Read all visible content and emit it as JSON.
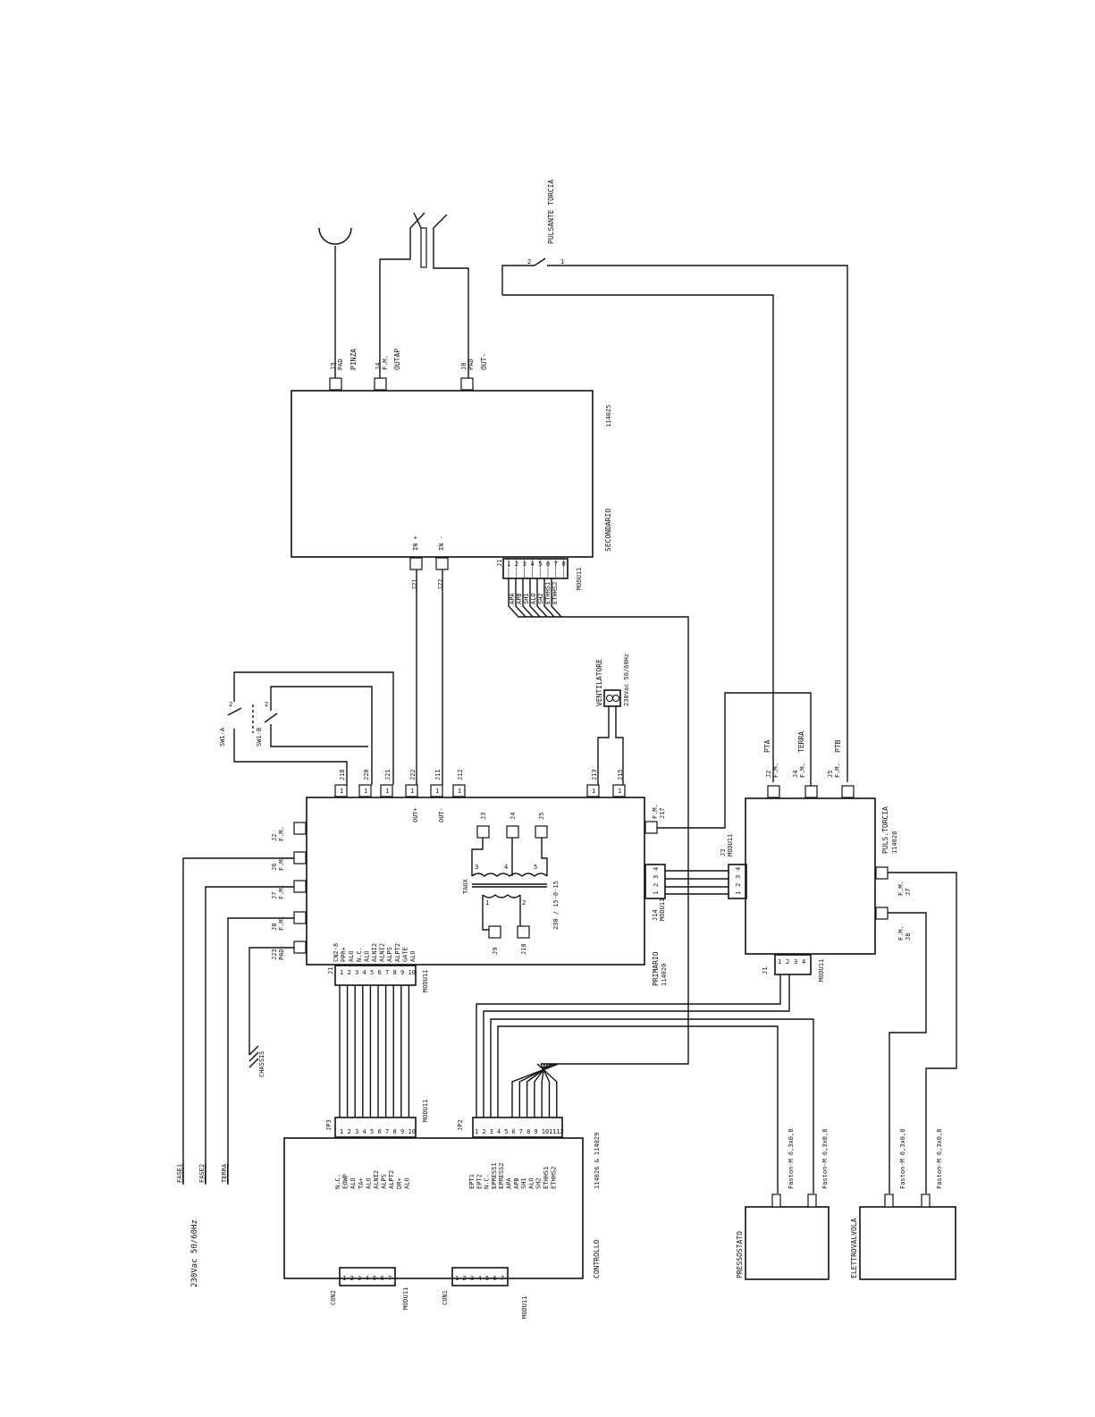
{
  "supply": {
    "voltage": "230Vac 50/60Hz",
    "fase1": "FASE1",
    "fase2": "FASE2",
    "terra": "TERRA",
    "chassis": "CHASSIS"
  },
  "secondario": {
    "name": "SECONDARIO",
    "code": "114025",
    "outputs": [
      {
        "conn": "J3",
        "type": "PAD",
        "signal": "PINZA"
      },
      {
        "conn": "J4",
        "type": "F.M.",
        "signal": "OUTAP"
      },
      {
        "conn": "J8",
        "type": "PAD",
        "signal": "OUT-"
      }
    ],
    "inputs": [
      {
        "conn": "J21",
        "signal": "IN +"
      },
      {
        "conn": "J22",
        "signal": "IN -"
      }
    ],
    "j1": {
      "conn": "J1",
      "label": "MODU11",
      "pins": [
        "1",
        "2",
        "3",
        "4",
        "5",
        "6",
        "7",
        "8"
      ],
      "signals": [
        "APA",
        "APB",
        "SH1",
        "ALO",
        "SH2",
        "ETHHS1",
        "ETHHS2"
      ]
    }
  },
  "torcia": {
    "button": "PULSANTE TORCIA",
    "pin1": "1",
    "pin2": "2"
  },
  "primario": {
    "name": "PRIMARIO",
    "code": "114020",
    "top_conns": [
      "J18",
      "J20",
      "J21",
      "J22",
      "J11",
      "J12",
      "J13",
      "J15"
    ],
    "out_plus": "OUT+",
    "out_minus": "OUT-",
    "left_conns": [
      {
        "conn": "J2",
        "type": "F.M."
      },
      {
        "conn": "J6",
        "type": "F.M."
      },
      {
        "conn": "J7",
        "type": "F.M."
      },
      {
        "conn": "J8",
        "type": "F.M."
      },
      {
        "conn": "J23",
        "type": "PAD"
      }
    ],
    "j17": {
      "conn": "J17",
      "type": "F.M."
    },
    "j14": {
      "conn": "J14",
      "label": "MODU11",
      "pins": [
        "1",
        "2",
        "3",
        "4"
      ]
    },
    "j1": {
      "conn": "J1",
      "label": "MODU11",
      "pins": [
        "1",
        "2",
        "3",
        "4",
        "5",
        "6",
        "7",
        "8",
        "9",
        "10"
      ],
      "signals": [
        "CN2-8",
        "PPR+",
        "ALO",
        "N.C.",
        "ALO",
        "ALNI2",
        "ALNI2",
        "ALPS",
        "ALPT2",
        "GATE",
        "ALO"
      ]
    },
    "taux": {
      "name": "TAUX",
      "rating": "230 / 15-0-15",
      "primary_conns": [
        "J9",
        "J10"
      ],
      "secondary_conns": [
        "J3",
        "J4",
        "J5"
      ],
      "pin_nums": [
        "1",
        "2",
        "3",
        "4",
        "5"
      ]
    }
  },
  "switches": {
    "a": "SW1-A",
    "b": "SW1-B"
  },
  "fan": {
    "name": "VENTILATORE",
    "rating": "230Vac 50/60Hz"
  },
  "puls": {
    "name": "PULS.TORCIA",
    "code": "114028",
    "top": [
      {
        "conn": "J2",
        "type": "F.M.",
        "signal": "PTA"
      },
      {
        "conn": "J4",
        "type": "F.M.",
        "signal": "TERRA"
      },
      {
        "conn": "J5",
        "type": "F.M.",
        "signal": "PTB"
      }
    ],
    "j3": {
      "conn": "J3",
      "label": "MODU11",
      "pins": [
        "1",
        "2",
        "3",
        "4"
      ]
    },
    "j1": {
      "conn": "J1",
      "label": "MODU11",
      "pins": [
        "1",
        "2",
        "3",
        "4"
      ]
    },
    "j7": {
      "conn": "J7",
      "type": "F.M."
    },
    "j8": {
      "conn": "J8",
      "type": "F.M."
    }
  },
  "controllo": {
    "name": "CONTROLLO",
    "code": "114026 & 114029",
    "jp3": {
      "conn": "JP3",
      "label": "MODU11",
      "pins": [
        "1",
        "2",
        "3",
        "4",
        "5",
        "6",
        "7",
        "8",
        "9",
        "10"
      ],
      "signals": [
        "N.C.",
        "EOWP",
        "ALO",
        "TA+",
        "ALO",
        "ALNI2",
        "ALPS",
        "ALPT2",
        "DR+",
        "ALO"
      ]
    },
    "jp2": {
      "conn": "JP2",
      "pins": [
        "1",
        "2",
        "3",
        "4",
        "5",
        "6",
        "7",
        "8",
        "9",
        "10",
        "11",
        "12"
      ],
      "signals": [
        "EPT1",
        "EPT2",
        "N.C.",
        "EPRESS1",
        "EPRESS2",
        "APA",
        "APB",
        "SH1",
        "ALO",
        "SH2",
        "ETHHS1",
        "ETHHS2"
      ]
    },
    "con2": {
      "conn": "CON2",
      "label": "MODU11",
      "pins": [
        "1",
        "2",
        "3",
        "4",
        "5",
        "6",
        "7"
      ]
    },
    "con1": {
      "conn": "CON1",
      "label": "MODU11",
      "pins": [
        "1",
        "2",
        "3",
        "4",
        "5",
        "6",
        "7"
      ]
    }
  },
  "pressostato": {
    "name": "PRESSOSTATO",
    "faston": "Faston-M 6,3x0,8"
  },
  "elettrovalvola": {
    "name": "ELETTROVALVOLA",
    "faston": "Faston-M 6,3x0,8"
  }
}
